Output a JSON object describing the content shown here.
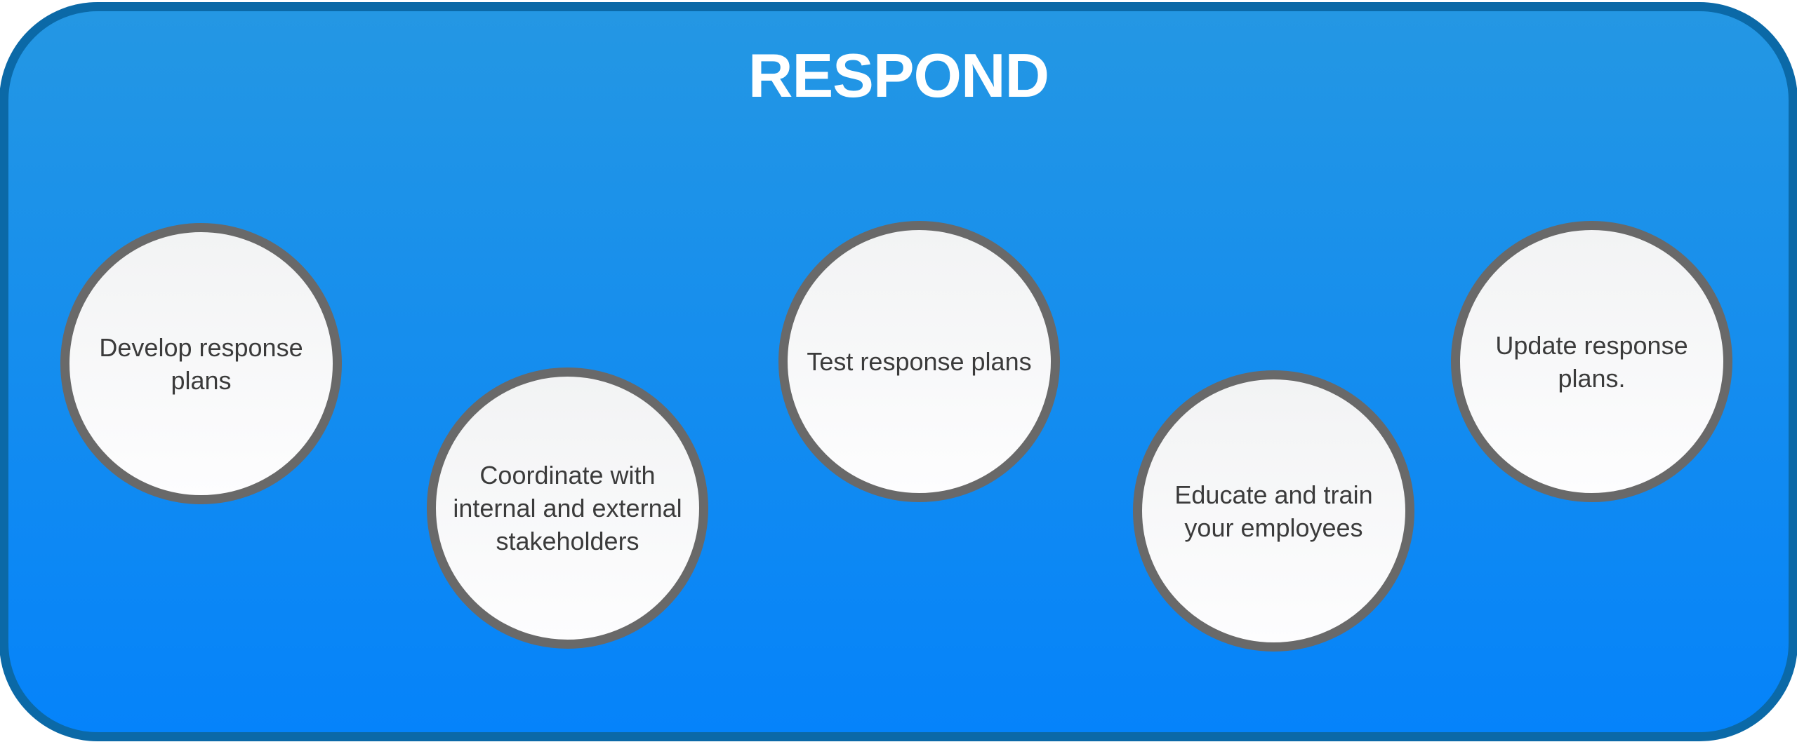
{
  "panel": {
    "title": "RESPOND"
  },
  "circles": [
    {
      "label": "Develop response\nplans"
    },
    {
      "label": "Coordinate with\ninternal and external\nstakeholders"
    },
    {
      "label": "Test response plans"
    },
    {
      "label": "Educate and train\nyour employees"
    },
    {
      "label": "Update response\nplans."
    }
  ],
  "colors": {
    "panel_border": "#0b69a7",
    "panel_fill_top": "#2497e3",
    "panel_fill_bottom": "#0583fa",
    "circle_border": "#696969",
    "circle_fill_top": "#f2f3f4",
    "circle_fill_bottom": "#fdfdfe",
    "circle_text": "#3b3b3b",
    "title_text": "#ffffff",
    "page_background": "#ffffff"
  }
}
